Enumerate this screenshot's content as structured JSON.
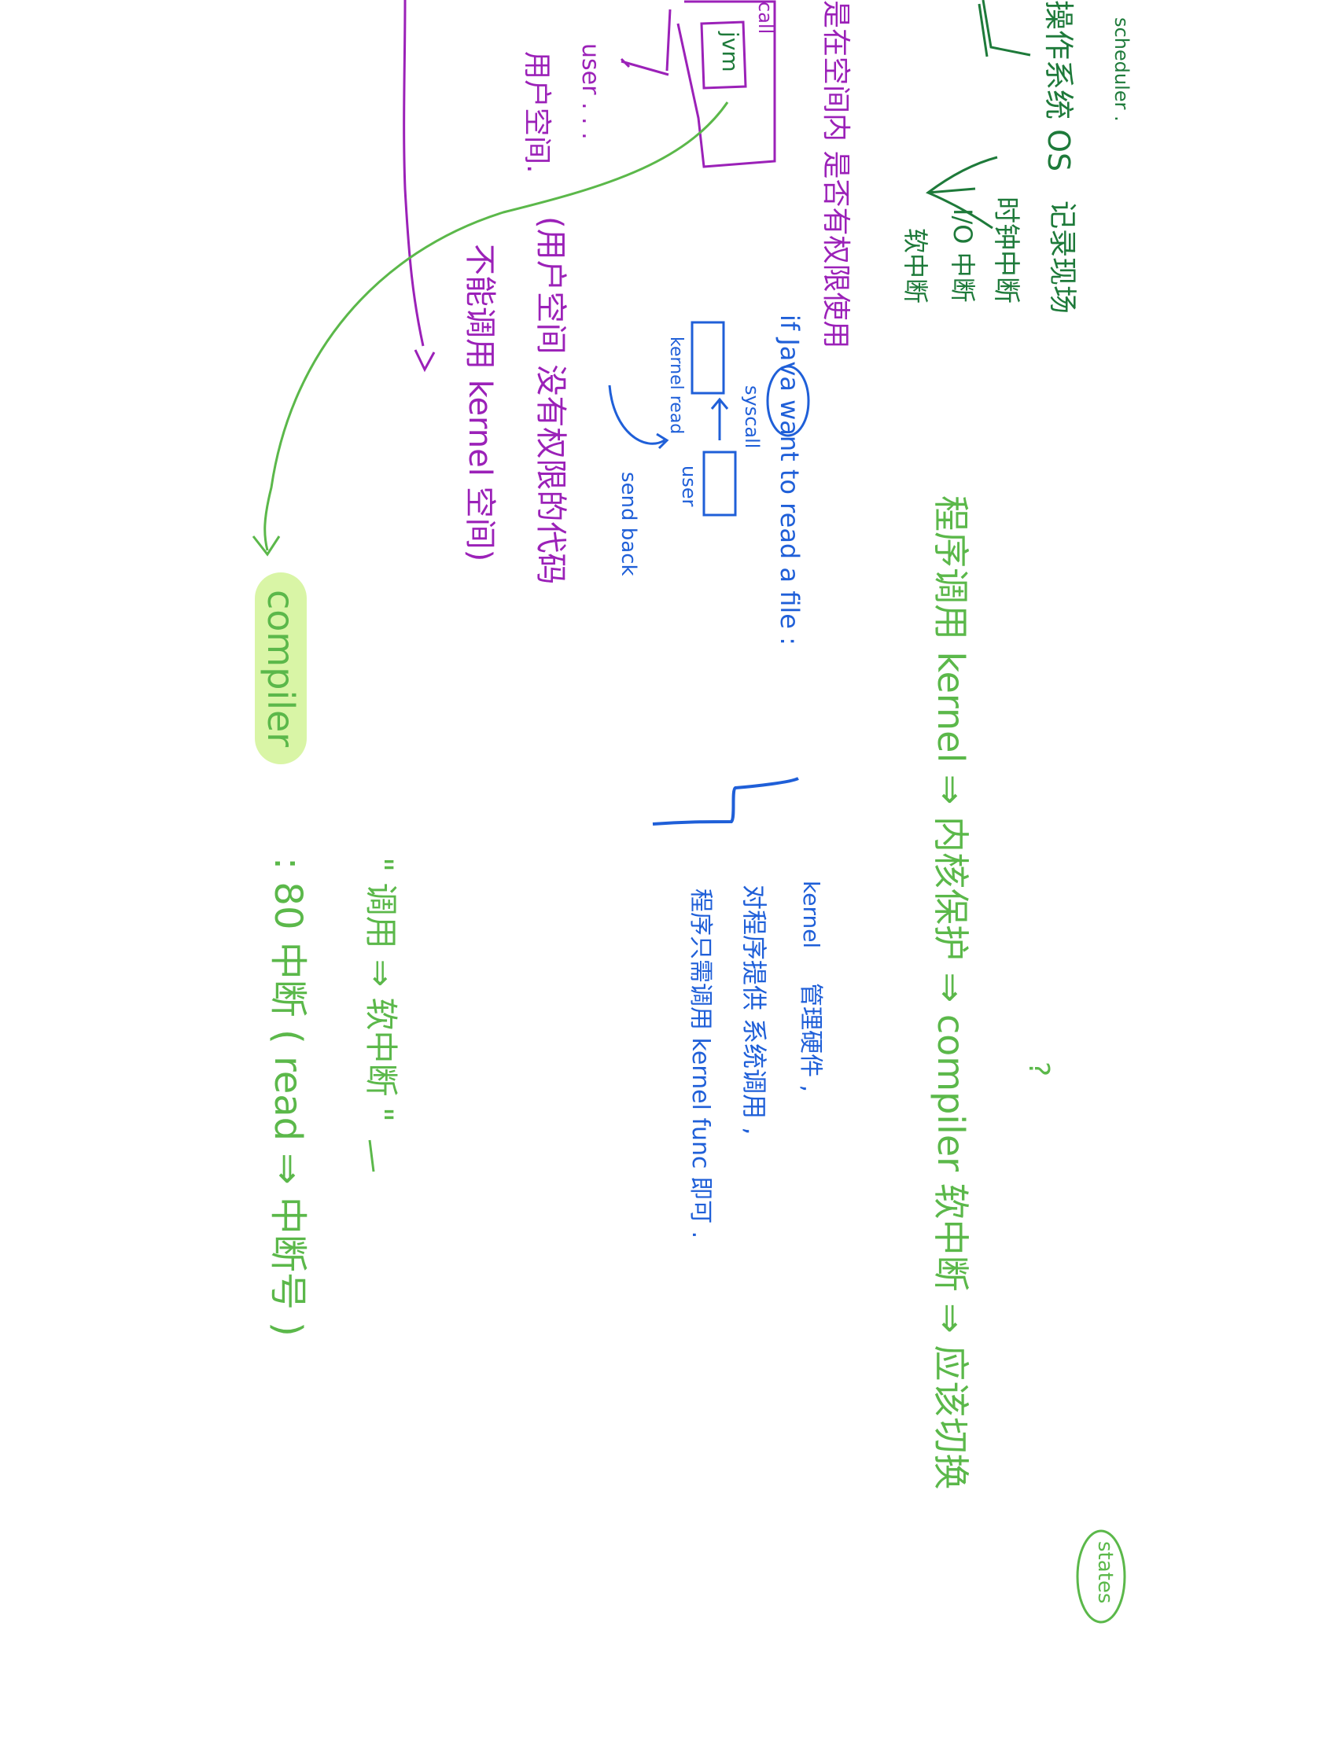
{
  "colors": {
    "dark_green": "#1e7a3a",
    "light_green": "#5bb84a",
    "purple": "#9b21b8",
    "blue": "#1f5fd8",
    "highlight": "#d9f5a6"
  },
  "dark_green": {
    "scheduler": "scheduler .",
    "os": "操作系统 OS",
    "kind_1": "时钟中断",
    "kind_2": "I/O 中断",
    "kind_3": "软中断",
    "context": "记录现场",
    "jvm": "jvm"
  },
  "purple": {
    "call": "call",
    "privilege": "是在空间内 是否有权限使用",
    "user_dots": "user . . .",
    "user_space": "用户空间.",
    "user_space_note": "(用户空间 没有权限的代码",
    "cannot_call": "不能调用 kernel 空间)"
  },
  "blue": {
    "java": "Java",
    "question": "if Java want to read a file :",
    "syscall": "syscall",
    "kernel_read": "kernel read",
    "user": "user",
    "send_back": "send back",
    "kernel": "kernel",
    "manage_hw": "管理硬件 ,",
    "system_call": "对程序提供 系统调用 ,",
    "program_note": "程序只需调用 kernel func 即可 ."
  },
  "light_green": {
    "compiler": "compiler",
    "main_flow": "程序调用 kernel ⇒ 内核保护 ⇒ compiler 软中断 ⇒ 应该切换",
    "states": "states",
    "question_mark": "?",
    "quote_call": "\" 调用 ⇒ 软中断 \"",
    "int80": ": 80 中断 ( read ⇒ 中断号 )"
  }
}
